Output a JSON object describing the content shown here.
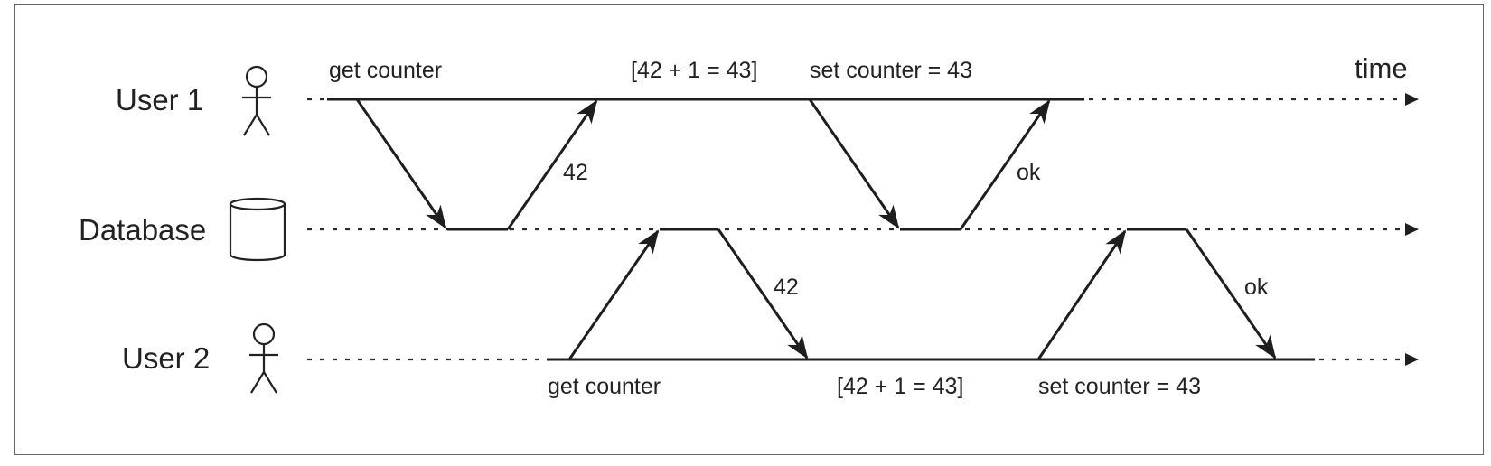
{
  "lanes": {
    "user1": "User 1",
    "database": "Database",
    "user2": "User 2"
  },
  "time_label": "time",
  "user1_labels": {
    "get": "get counter",
    "compute": "[42 + 1 = 43]",
    "set": "set counter = 43"
  },
  "user2_labels": {
    "get": "get counter",
    "compute": "[42 + 1 = 43]",
    "set": "set counter = 43"
  },
  "responses": {
    "user1_read": "42",
    "user1_write": "ok",
    "user2_read": "42",
    "user2_write": "ok"
  },
  "icons": {
    "user1": "stick-figure-icon",
    "database": "cylinder-icon",
    "user2": "stick-figure-icon"
  },
  "colors": {
    "line": "#1e1e1e",
    "text": "#222222",
    "border": "#666666"
  }
}
